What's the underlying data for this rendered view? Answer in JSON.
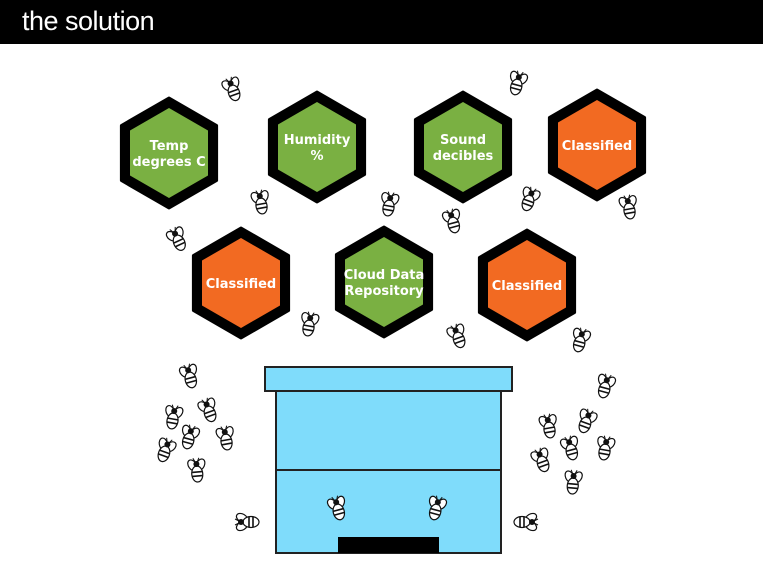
{
  "slide": {
    "title": "the solution"
  },
  "hexagons": [
    {
      "lines": [
        "Temp",
        "degrees C"
      ],
      "color": "#7ab042"
    },
    {
      "lines": [
        "Humidity",
        "%"
      ],
      "color": "#7ab042"
    },
    {
      "lines": [
        "Sound",
        "decibles"
      ],
      "color": "#7ab042"
    },
    {
      "lines": [
        "Classified"
      ],
      "color": "#f26a22"
    },
    {
      "lines": [
        "Classified"
      ],
      "color": "#f26a22"
    },
    {
      "lines": [
        "Cloud Data",
        "Repository"
      ],
      "color": "#7ab042"
    },
    {
      "lines": [
        "Classified"
      ],
      "color": "#f26a22"
    }
  ],
  "colors": {
    "hex_border": "#000000",
    "hive_fill": "#7fdcfb",
    "hive_stroke": "#222222",
    "entrance": "#000000",
    "header_background": "#000000"
  },
  "icons": {
    "bee": "bee-icon"
  }
}
